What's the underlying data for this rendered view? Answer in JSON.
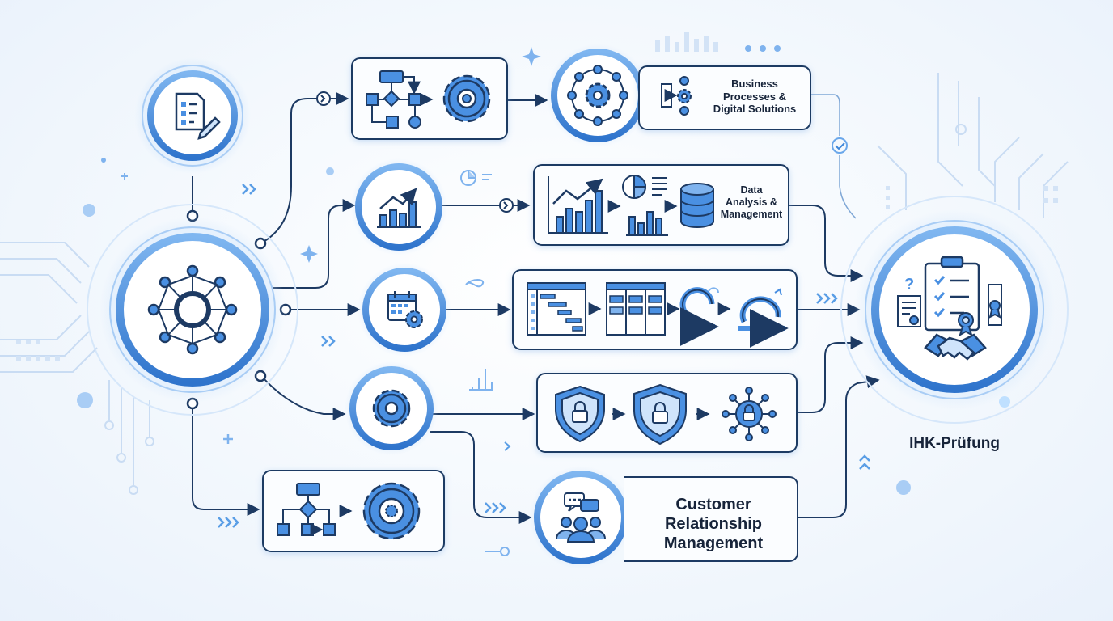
{
  "diagram": {
    "labels": {
      "business": [
        "Business",
        "Processes &",
        "Digital Solutions"
      ],
      "data": [
        "Data",
        "Analysis &",
        "Management"
      ],
      "crm": [
        "Customer",
        "Relationship",
        "Management"
      ],
      "exam": "IHK-Prüfung"
    },
    "colors": {
      "accent": "#3d86d9",
      "dark": "#1d3a63",
      "ring": "#4a90e2",
      "glow": "#cfe4fb",
      "text": "#17243a"
    },
    "icons": [
      "checklist-icon",
      "network-hub-icon",
      "flowchart-icon",
      "gear-icon",
      "growth-chart-icon",
      "pie-chart-icon",
      "database-icon",
      "calendar-gear-icon",
      "gantt-chart-icon",
      "kanban-board-icon",
      "cycle-arrows-icon",
      "shield-lock-icon",
      "network-lock-icon",
      "team-chat-icon",
      "certificate-icon",
      "handshake-icon",
      "clipboard-icon"
    ]
  }
}
